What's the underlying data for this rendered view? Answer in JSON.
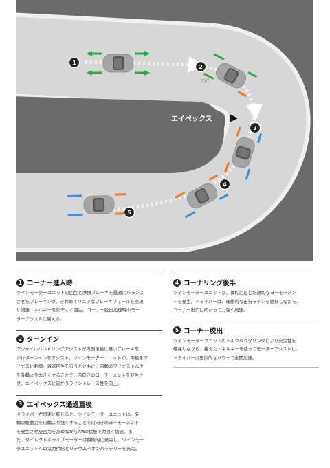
{
  "diagram": {
    "apex_label": "エイペックス",
    "badges": [
      "1",
      "2",
      "3",
      "4",
      "5"
    ],
    "colors": {
      "background": "#6b6b6b",
      "road": "#d6d6d6",
      "road_edge": "#f2f2f2",
      "accel_arrow": "#3a8fd8",
      "brake_arrow": "#2fa84a",
      "regen_arrow": "#f07828",
      "car": "#a3a3a3"
    }
  },
  "sections": [
    {
      "num": "1",
      "title": "コーナー進入時",
      "lines": [
        "ツインモーターユニットの回生と摩擦ブレーキを最適にバランス",
        "させたブレーキング。きわめてリニアなブレーキフィールを実現",
        "し減速エネルギーを効率よく回生。コーナー脱出加速時のモー",
        "ターアシストに備える。"
      ]
    },
    {
      "num": "2",
      "title": "ターンイン",
      "lines": [
        "アジャイルハンドリングアシストが内側後輪に軽いブレーキを",
        "かけターンインをアシスト。ツインモーターユニットが、両輪をマ",
        "イナスに制御。減速回生を行うとともに、内輪のマイナストルク",
        "を外輪より大きくすることで、内向きのヨーモーメントを発生さ",
        "せ、エイペックスに向かうライントレース性を向上。"
      ]
    },
    {
      "num": "3",
      "title": "エイペックス通過直後",
      "lines": [
        "ドライバーが加速に転じると、ツインモーターユニットは、外",
        "輪の駆動力を内輪より強くすることで内向きのヨーモーメント",
        "を発生させ旋回力を高めながらAWD状態で力強く加速。ま",
        "た、ダイレクトドライブモーターは積極的に発電し、ツインモー",
        "タユニットへの電力供給とリチウムイオンバッテリーを充電。"
      ]
    },
    {
      "num": "4",
      "title": "コーナリング後半",
      "lines": [
        "ツインモーターユニットが、操舵に応じた適切なヨーモーメン",
        "トを発生。ドライバーは、理想的な走行ラインを維持しながら、",
        "コーナー出口に向かって力強く加速。"
      ]
    },
    {
      "num": "5",
      "title": "コーナー脱出",
      "lines": [
        "ツインモーターユニットのトルクベクタリングにより安定性を",
        "確保しながら、蓄えたエネルギーを使ってモーターアシストし、",
        "ドライバーは圧倒的なパワーで全開加速。"
      ]
    }
  ]
}
